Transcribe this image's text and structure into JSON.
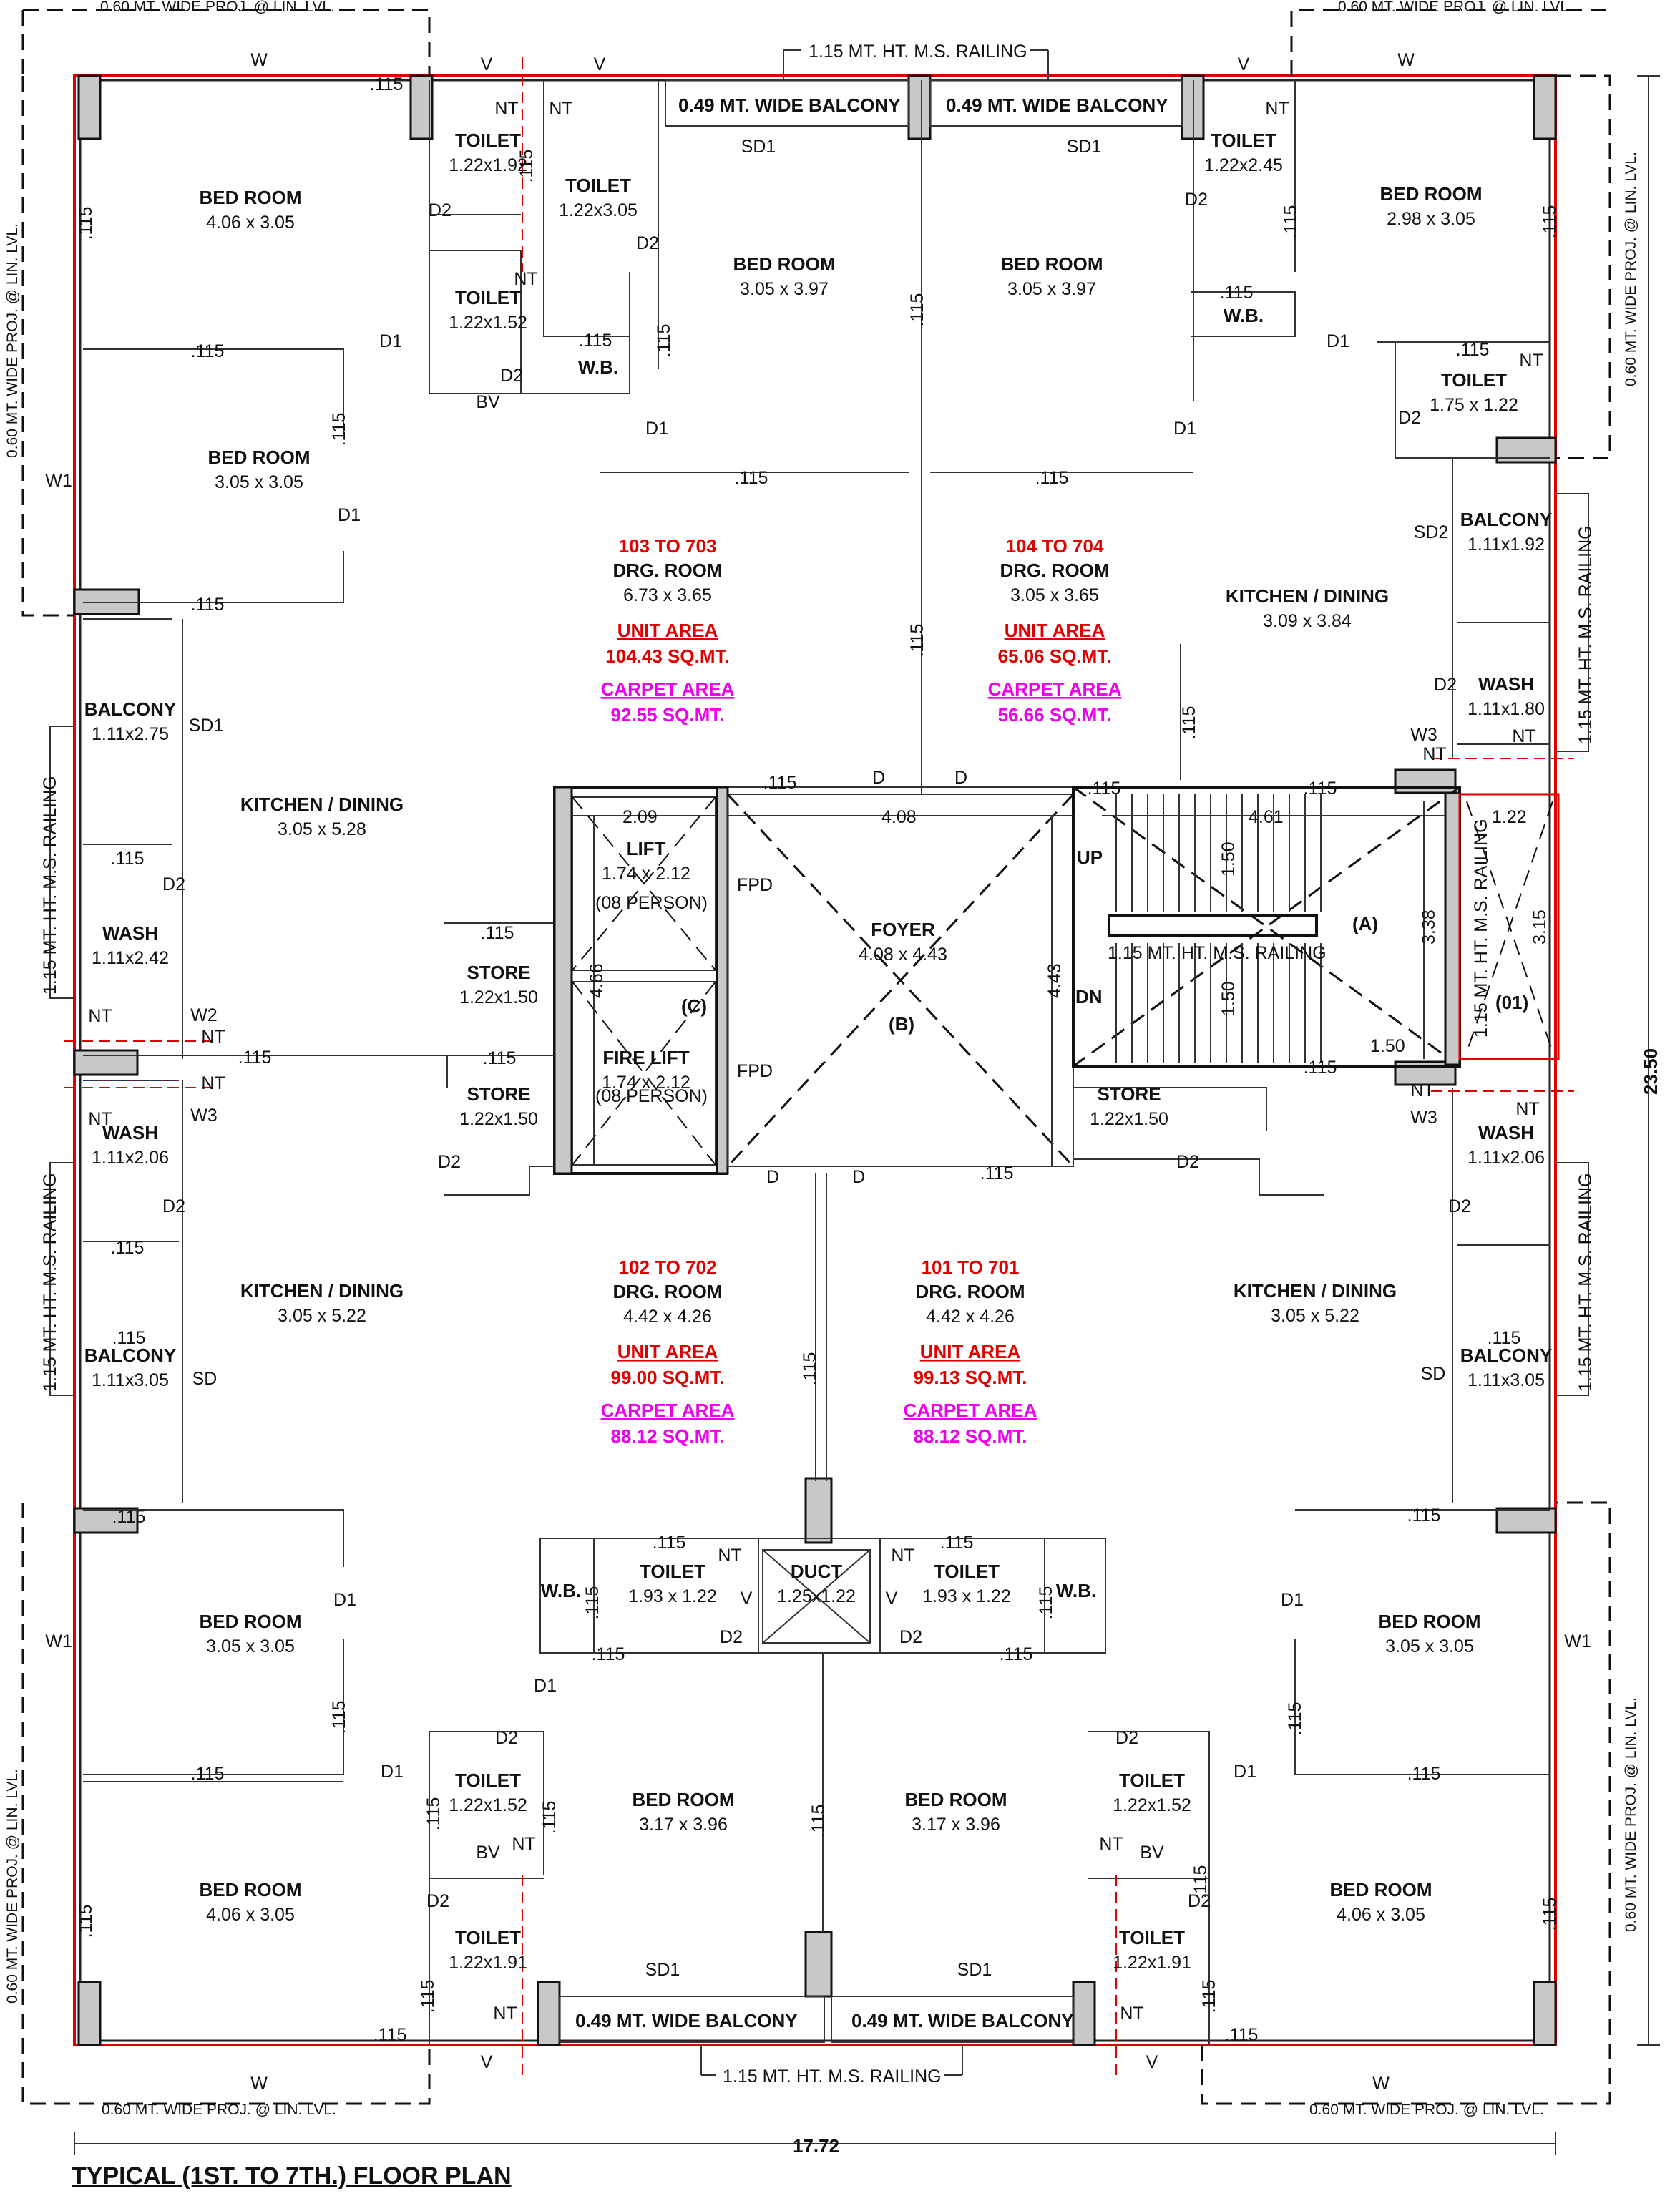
{
  "title": "TYPICAL (1ST. TO 7TH.) FLOOR PLAN",
  "overall": {
    "width": "17.72",
    "height": "23.50"
  },
  "notes": {
    "proj": "0.60 MT. WIDE PROJ. @ LIN. LVL.",
    "railing": "1.15 MT. HT. M.S. RAILING",
    "balcony049": "0.49 MT. WIDE BALCONY"
  },
  "rooms": [
    {
      "name": "BED ROOM",
      "size": "4.06 x 3.05"
    },
    {
      "name": "BED ROOM",
      "size": "3.05 x 3.05"
    },
    {
      "name": "TOILET",
      "size": "1.22x1.92"
    },
    {
      "name": "TOILET",
      "size": "1.22x3.05"
    },
    {
      "name": "TOILET",
      "size": "1.22x1.52"
    },
    {
      "name": "W.B.",
      "size": ""
    },
    {
      "name": "BED ROOM",
      "size": "3.05 x 3.97"
    },
    {
      "name": "BED ROOM",
      "size": "3.05 x 3.97"
    },
    {
      "name": "TOILET",
      "size": "1.22x2.45"
    },
    {
      "name": "W.B.",
      "size": ""
    },
    {
      "name": "BED ROOM",
      "size": "2.98 x 3.05"
    },
    {
      "name": "TOILET",
      "size": "1.75 x 1.22"
    },
    {
      "name": "BALCONY",
      "size": "1.11x1.92"
    },
    {
      "name": "KITCHEN / DINING",
      "size": "3.09 x 3.84"
    },
    {
      "name": "WASH",
      "size": "1.11x1.80"
    },
    {
      "name": "BALCONY",
      "size": "1.11x2.75"
    },
    {
      "name": "KITCHEN / DINING",
      "size": "3.05 x 5.28"
    },
    {
      "name": "WASH",
      "size": "1.11x2.42"
    },
    {
      "name": "LIFT",
      "size": "1.74 x 2.12"
    },
    {
      "name": "FIRE LIFT",
      "size": "1.74 x 2.12"
    },
    {
      "name": "STORE",
      "size": "1.22x1.50"
    },
    {
      "name": "STORE",
      "size": "1.22x1.50"
    },
    {
      "name": "FOYER",
      "size": "4.08 x 4.43"
    },
    {
      "name": "STORE",
      "size": "1.22x1.50"
    },
    {
      "name": "WASH",
      "size": "1.11x2.06"
    },
    {
      "name": "WASH",
      "size": "1.11x2.06"
    },
    {
      "name": "KITCHEN / DINING",
      "size": "3.05 x 5.22"
    },
    {
      "name": "KITCHEN / DINING",
      "size": "3.05 x 5.22"
    },
    {
      "name": "BALCONY",
      "size": "1.11x3.05"
    },
    {
      "name": "BALCONY",
      "size": "1.11x3.05"
    },
    {
      "name": "BED ROOM",
      "size": "3.05 x 3.05"
    },
    {
      "name": "BED ROOM",
      "size": "3.05 x 3.05"
    },
    {
      "name": "TOILET",
      "size": "1.93 x 1.22"
    },
    {
      "name": "DUCT",
      "size": "1.25x1.22"
    },
    {
      "name": "TOILET",
      "size": "1.93 x 1.22"
    },
    {
      "name": "W.B.",
      "size": ""
    },
    {
      "name": "W.B.",
      "size": ""
    },
    {
      "name": "TOILET",
      "size": "1.22x1.52"
    },
    {
      "name": "TOILET",
      "size": "1.22x1.52"
    },
    {
      "name": "BED ROOM",
      "size": "3.17 x 3.96"
    },
    {
      "name": "BED ROOM",
      "size": "3.17 x 3.96"
    },
    {
      "name": "BED ROOM",
      "size": "4.06 x 3.05"
    },
    {
      "name": "BED ROOM",
      "size": "4.06 x 3.05"
    },
    {
      "name": "TOILET",
      "size": "1.22x1.91"
    },
    {
      "name": "TOILET",
      "size": "1.22x1.91"
    }
  ],
  "units": [
    {
      "id": "103 TO 703",
      "drg": "DRG. ROOM",
      "drg_size": "6.73 x 3.65",
      "unit_label": "UNIT AREA",
      "unit_area": "104.43 SQ.MT.",
      "carpet_label": "CARPET AREA",
      "carpet_area": "92.55 SQ.MT."
    },
    {
      "id": "104 TO 704",
      "drg": "DRG. ROOM",
      "drg_size": "3.05 x 3.65",
      "unit_label": "UNIT AREA",
      "unit_area": "65.06 SQ.MT.",
      "carpet_label": "CARPET AREA",
      "carpet_area": "56.66 SQ.MT."
    },
    {
      "id": "102 TO 702",
      "drg": "DRG. ROOM",
      "drg_size": "4.42 x 4.26",
      "unit_label": "UNIT AREA",
      "unit_area": "99.00 SQ.MT.",
      "carpet_label": "CARPET AREA",
      "carpet_area": "88.12 SQ.MT."
    },
    {
      "id": "101 TO 701",
      "drg": "DRG. ROOM",
      "drg_size": "4.42 x 4.26",
      "unit_label": "UNIT AREA",
      "unit_area": "99.13 SQ.MT.",
      "carpet_label": "CARPET AREA",
      "carpet_area": "88.12 SQ.MT."
    }
  ],
  "core": {
    "lift_person": "(08 PERSON)",
    "fire_lift_person": "(08 PERSON)",
    "c_tag": "(C)",
    "b_tag": "(B)",
    "a_tag": "(A)",
    "o1_tag": "(01)",
    "up": "UP",
    "dn": "DN",
    "fpd": "FPD",
    "dims": {
      "lift_w": "2.09",
      "foyer_w": "4.08",
      "stair_w": "4.61",
      "stair_h": "3.38",
      "lift_h": "4.66",
      "foyer_h": "4.43",
      "flight": "1.50",
      "flight2": "1.50",
      "landing": "1.50",
      "void_w": "1.22",
      "void_h": "3.15"
    }
  },
  "tags": {
    "w": "W",
    "w1": "W1",
    "w2": "W2",
    "w3": "W3",
    "v": "V",
    "nt": "NT",
    "bv": "BV",
    "d": "D",
    "d1": "D1",
    "d2": "D2",
    "sd": "SD",
    "sd1": "SD1",
    "sd2": "SD2",
    "wall": ".115"
  }
}
